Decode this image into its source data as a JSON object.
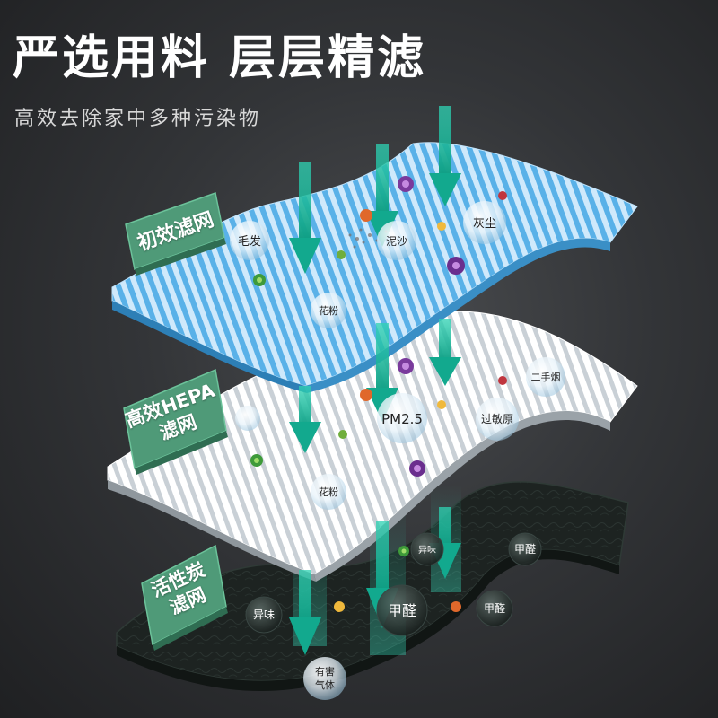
{
  "header": {
    "title": "严选用料 层层精滤",
    "subtitle": "高效去除家中多种污染物"
  },
  "layers": [
    {
      "label_line1": "初效滤网",
      "label_line2": ""
    },
    {
      "label_line1": "高效HEPA",
      "label_line2": "滤网"
    },
    {
      "label_line1": "活性炭",
      "label_line2": "滤网"
    }
  ],
  "pollutants": {
    "layer1": {
      "hair": "毛发",
      "sand": "泥沙",
      "dust": "灰尘",
      "pollen": "花粉"
    },
    "layer2": {
      "pm25": "PM2.5",
      "smoke_line": "二手烟",
      "allergen": "过敏原",
      "pollen": "花粉"
    },
    "layer3": {
      "odor_a": "异味",
      "formaldehyde_a": "甲醛",
      "odor_b": "异味",
      "formaldehyde_b": "甲醛",
      "formaldehyde_c": "甲醛",
      "harmful_l1": "有害",
      "harmful_l2": "气体"
    }
  },
  "colors": {
    "primary_filter": "#5fb6ea",
    "hepa_filter": "#eef2f5",
    "carbon_filter": "#1f2624",
    "label_green": "#4f9a78",
    "arrow_teal": "#17b79b",
    "background": "#37393c"
  },
  "icons": [
    "down-arrow-icon",
    "germ-icon",
    "bacteria-icon",
    "particle-icon"
  ]
}
